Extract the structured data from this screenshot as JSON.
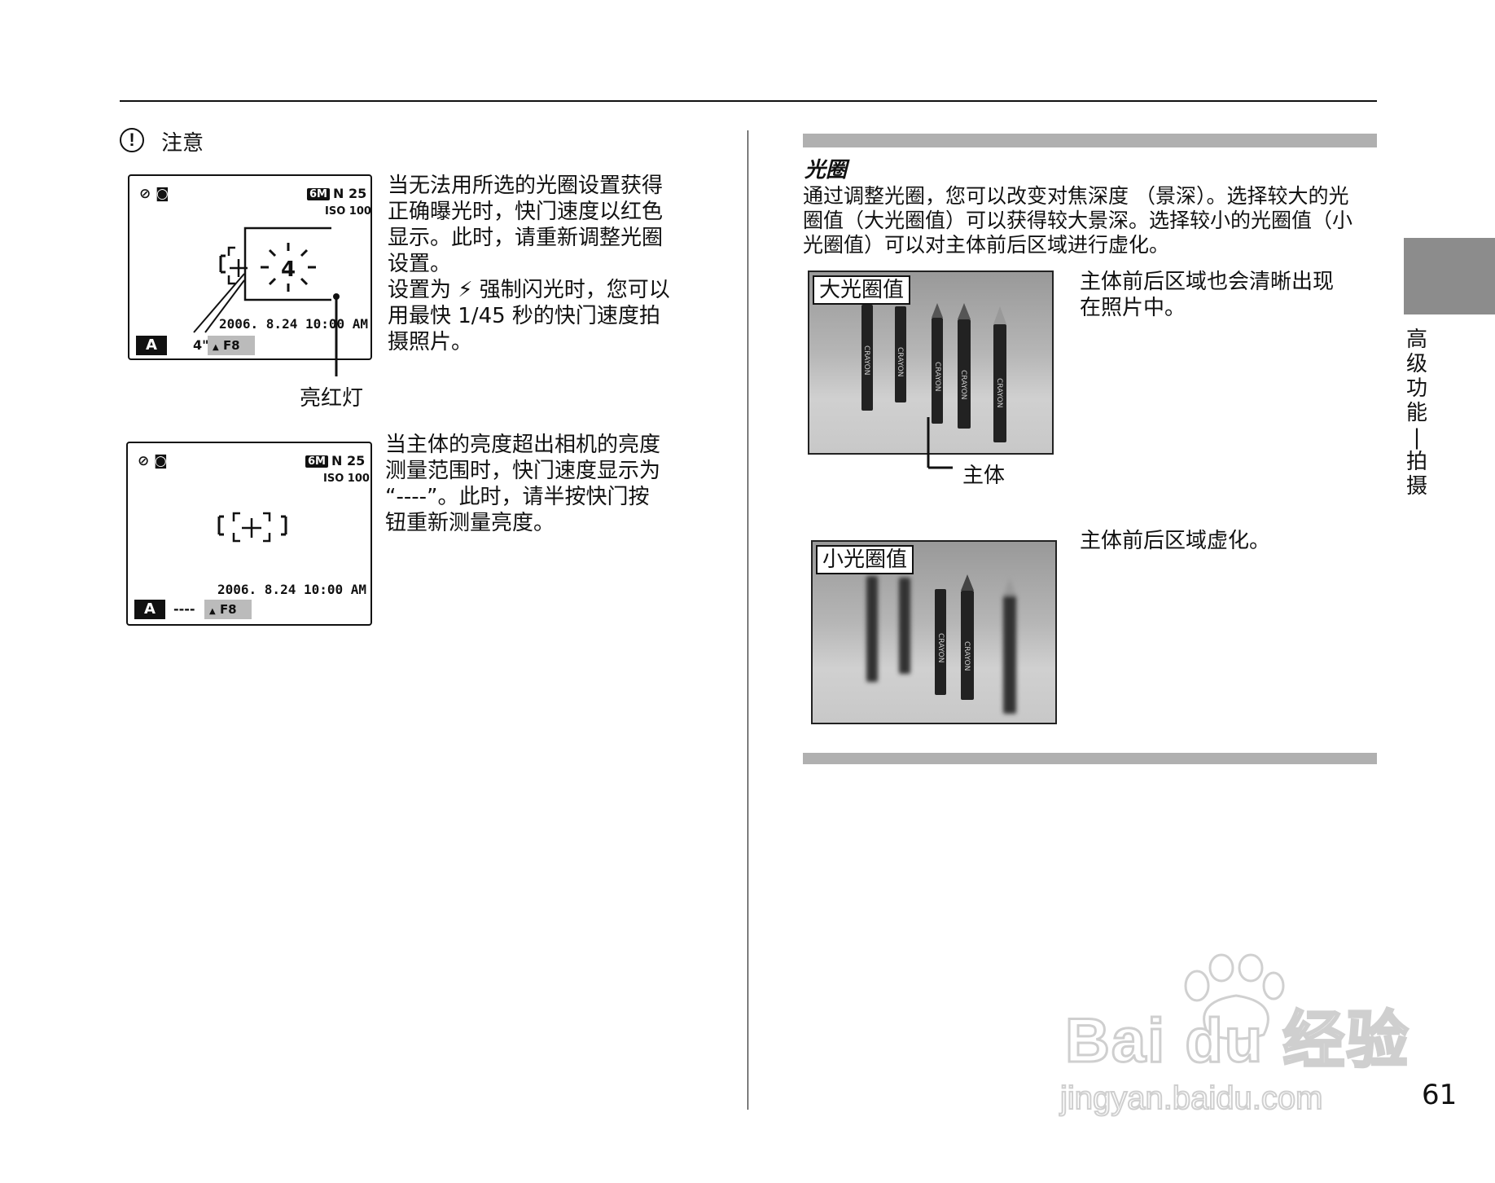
{
  "note": {
    "title": "注意"
  },
  "lcd1": {
    "frame_count": "N 25",
    "six_m": "6M",
    "iso": "ISO 100",
    "countdown": "4",
    "datetime": "2006. 8.24  10:00 AM",
    "mode": "A",
    "shutter": "4\"",
    "aperture": "F8",
    "callout": "亮红灯"
  },
  "lcd2": {
    "frame_count": "N 25",
    "six_m": "6M",
    "iso": "ISO 100",
    "datetime": "2006. 8.24  10:00 AM",
    "mode": "A",
    "shutter": "----",
    "aperture": "F8"
  },
  "left_text": {
    "para1": [
      "当无法用所选的光圈设置获得",
      "正确曝光时，快门速度以红色",
      "显示。此时，请重新调整光圈",
      "设置。",
      "设置为 ⚡ 强制闪光时，您可以",
      "用最快 1/45 秒的快门速度拍",
      "摄照片。"
    ],
    "para2": [
      "当主体的亮度超出相机的亮度",
      "测量范围时，快门速度显示为",
      "“----”。此时，请半按快门按",
      "钮重新测量亮度。"
    ]
  },
  "aperture_section": {
    "title": "光圈",
    "body": [
      "通过调整光圈，您可以改变对焦深度 （景深）。选择较大的光",
      "圈值（大光圈值）可以获得较大景深。选择较小的光圈值（小",
      "光圈值）可以对主体前后区域进行虚化。"
    ],
    "photo1_label": "大光圈值",
    "photo1_caption": [
      "主体前后区域也会清晰出现",
      "在照片中。"
    ],
    "subject_label": "主体",
    "photo2_label": "小光圈值",
    "photo2_caption": "主体前后区域虚化。",
    "crayon_text": "CRAYON"
  },
  "side_tab": {
    "chars": [
      "高",
      "级",
      "功",
      "能",
      "|",
      "拍",
      "摄"
    ]
  },
  "watermark": {
    "logo": "Bai du 经验",
    "url": "jingyan.baidu.com"
  },
  "page_number": "61"
}
